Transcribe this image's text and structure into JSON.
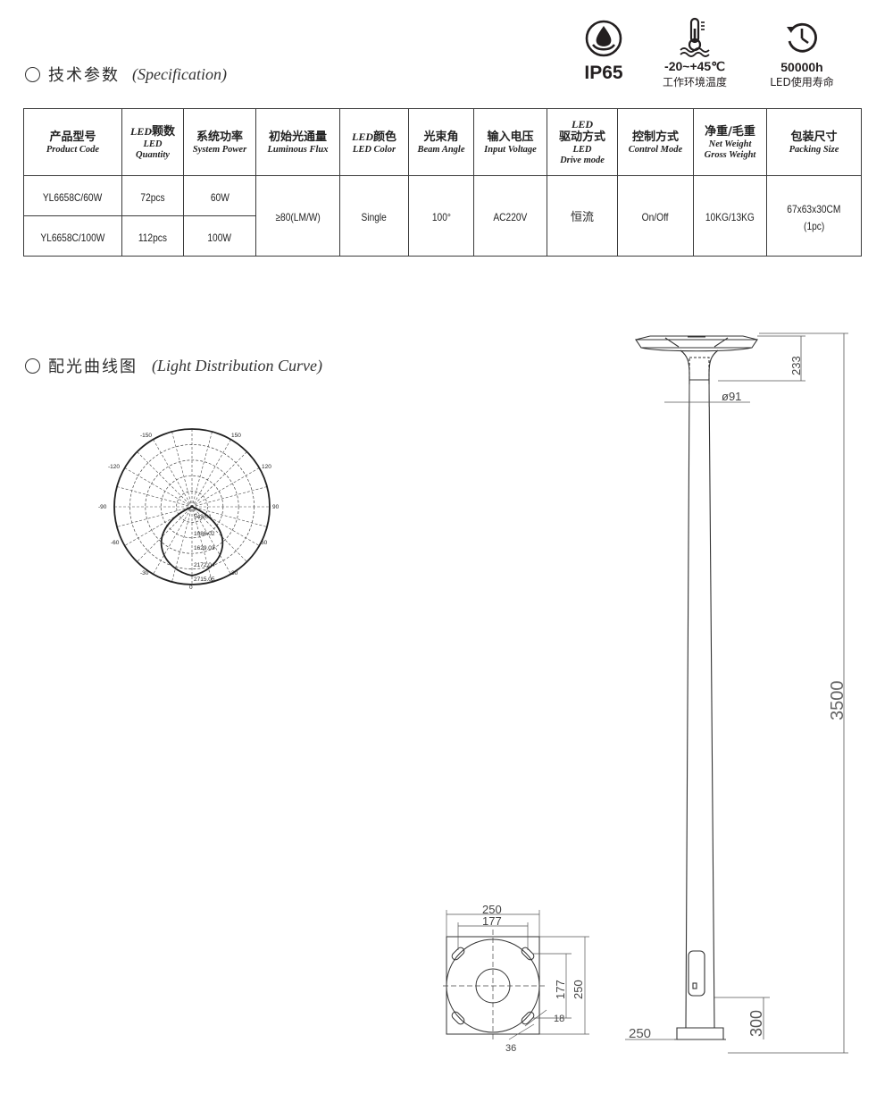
{
  "spec_section": {
    "title_cn": "技术参数",
    "title_en": "(Specification)"
  },
  "badges": {
    "ip": {
      "label": "IP65",
      "icon": "water-drop-icon"
    },
    "temp": {
      "range": "-20~+45℃",
      "label": "工作环境温度",
      "icon": "thermometer-icon"
    },
    "life": {
      "hours": "50000h",
      "label": "LED使用寿命",
      "icon": "clock-icon"
    }
  },
  "table": {
    "headers": [
      {
        "cn": "产品型号",
        "en": "Product Code"
      },
      {
        "cn_prefix": "LED",
        "cn": "颗数",
        "en1": "LED",
        "en2": "Quantity"
      },
      {
        "cn": "系统功率",
        "en": "System Power"
      },
      {
        "cn": "初始光通量",
        "en": "Luminous Flux"
      },
      {
        "cn_prefix": "LED",
        "cn": "颜色",
        "en": "LED Color"
      },
      {
        "cn": "光束角",
        "en": "Beam Angle"
      },
      {
        "cn": "输入电压",
        "en": "Input Voltage"
      },
      {
        "cn_top": "LED",
        "cn": "驱动方式",
        "en1": "LED",
        "en2": "Drive mode"
      },
      {
        "cn": "控制方式",
        "en": "Control Mode"
      },
      {
        "cn": "净重/毛重",
        "en1": "Net Weight",
        "en2": "Gross Weight"
      },
      {
        "cn": "包装尺寸",
        "en": "Packing Size"
      }
    ],
    "rows": [
      {
        "code": "YL6658C/60W",
        "qty": "72pcs",
        "power": "60W"
      },
      {
        "code": "YL6658C/100W",
        "qty": "112pcs",
        "power": "100W"
      }
    ],
    "shared": {
      "flux": "≥80(LM/W)",
      "color": "Single",
      "beam": "100°",
      "voltage": "AC220V",
      "drive": "恒流",
      "control": "On/Off",
      "weight": "10KG/13KG",
      "packing_line1": "67x63x30CM",
      "packing_line2": "(1pc)"
    }
  },
  "curve_section": {
    "title_cn": "配光曲线图",
    "title_en": "(Light Distribution  Curve)"
  },
  "polar": {
    "angle_labels": [
      "-150",
      "150",
      "-120",
      "120",
      "-90",
      "90",
      "-60",
      "60",
      "-30",
      "30",
      "0"
    ],
    "ring_labels": [
      "543.01",
      "1086.02",
      "1629.03",
      "2172.04",
      "2715.05"
    ]
  },
  "dimensions": {
    "head_height": "233",
    "pole_diameter": "ø91",
    "total_height": "3500",
    "base_height": "300",
    "base_width": "250",
    "plate_width": "250",
    "bolt_spacing_h": "177",
    "bolt_spacing_v": "177",
    "plate_height": "250",
    "slot_width": "18",
    "slot_length": "36"
  }
}
